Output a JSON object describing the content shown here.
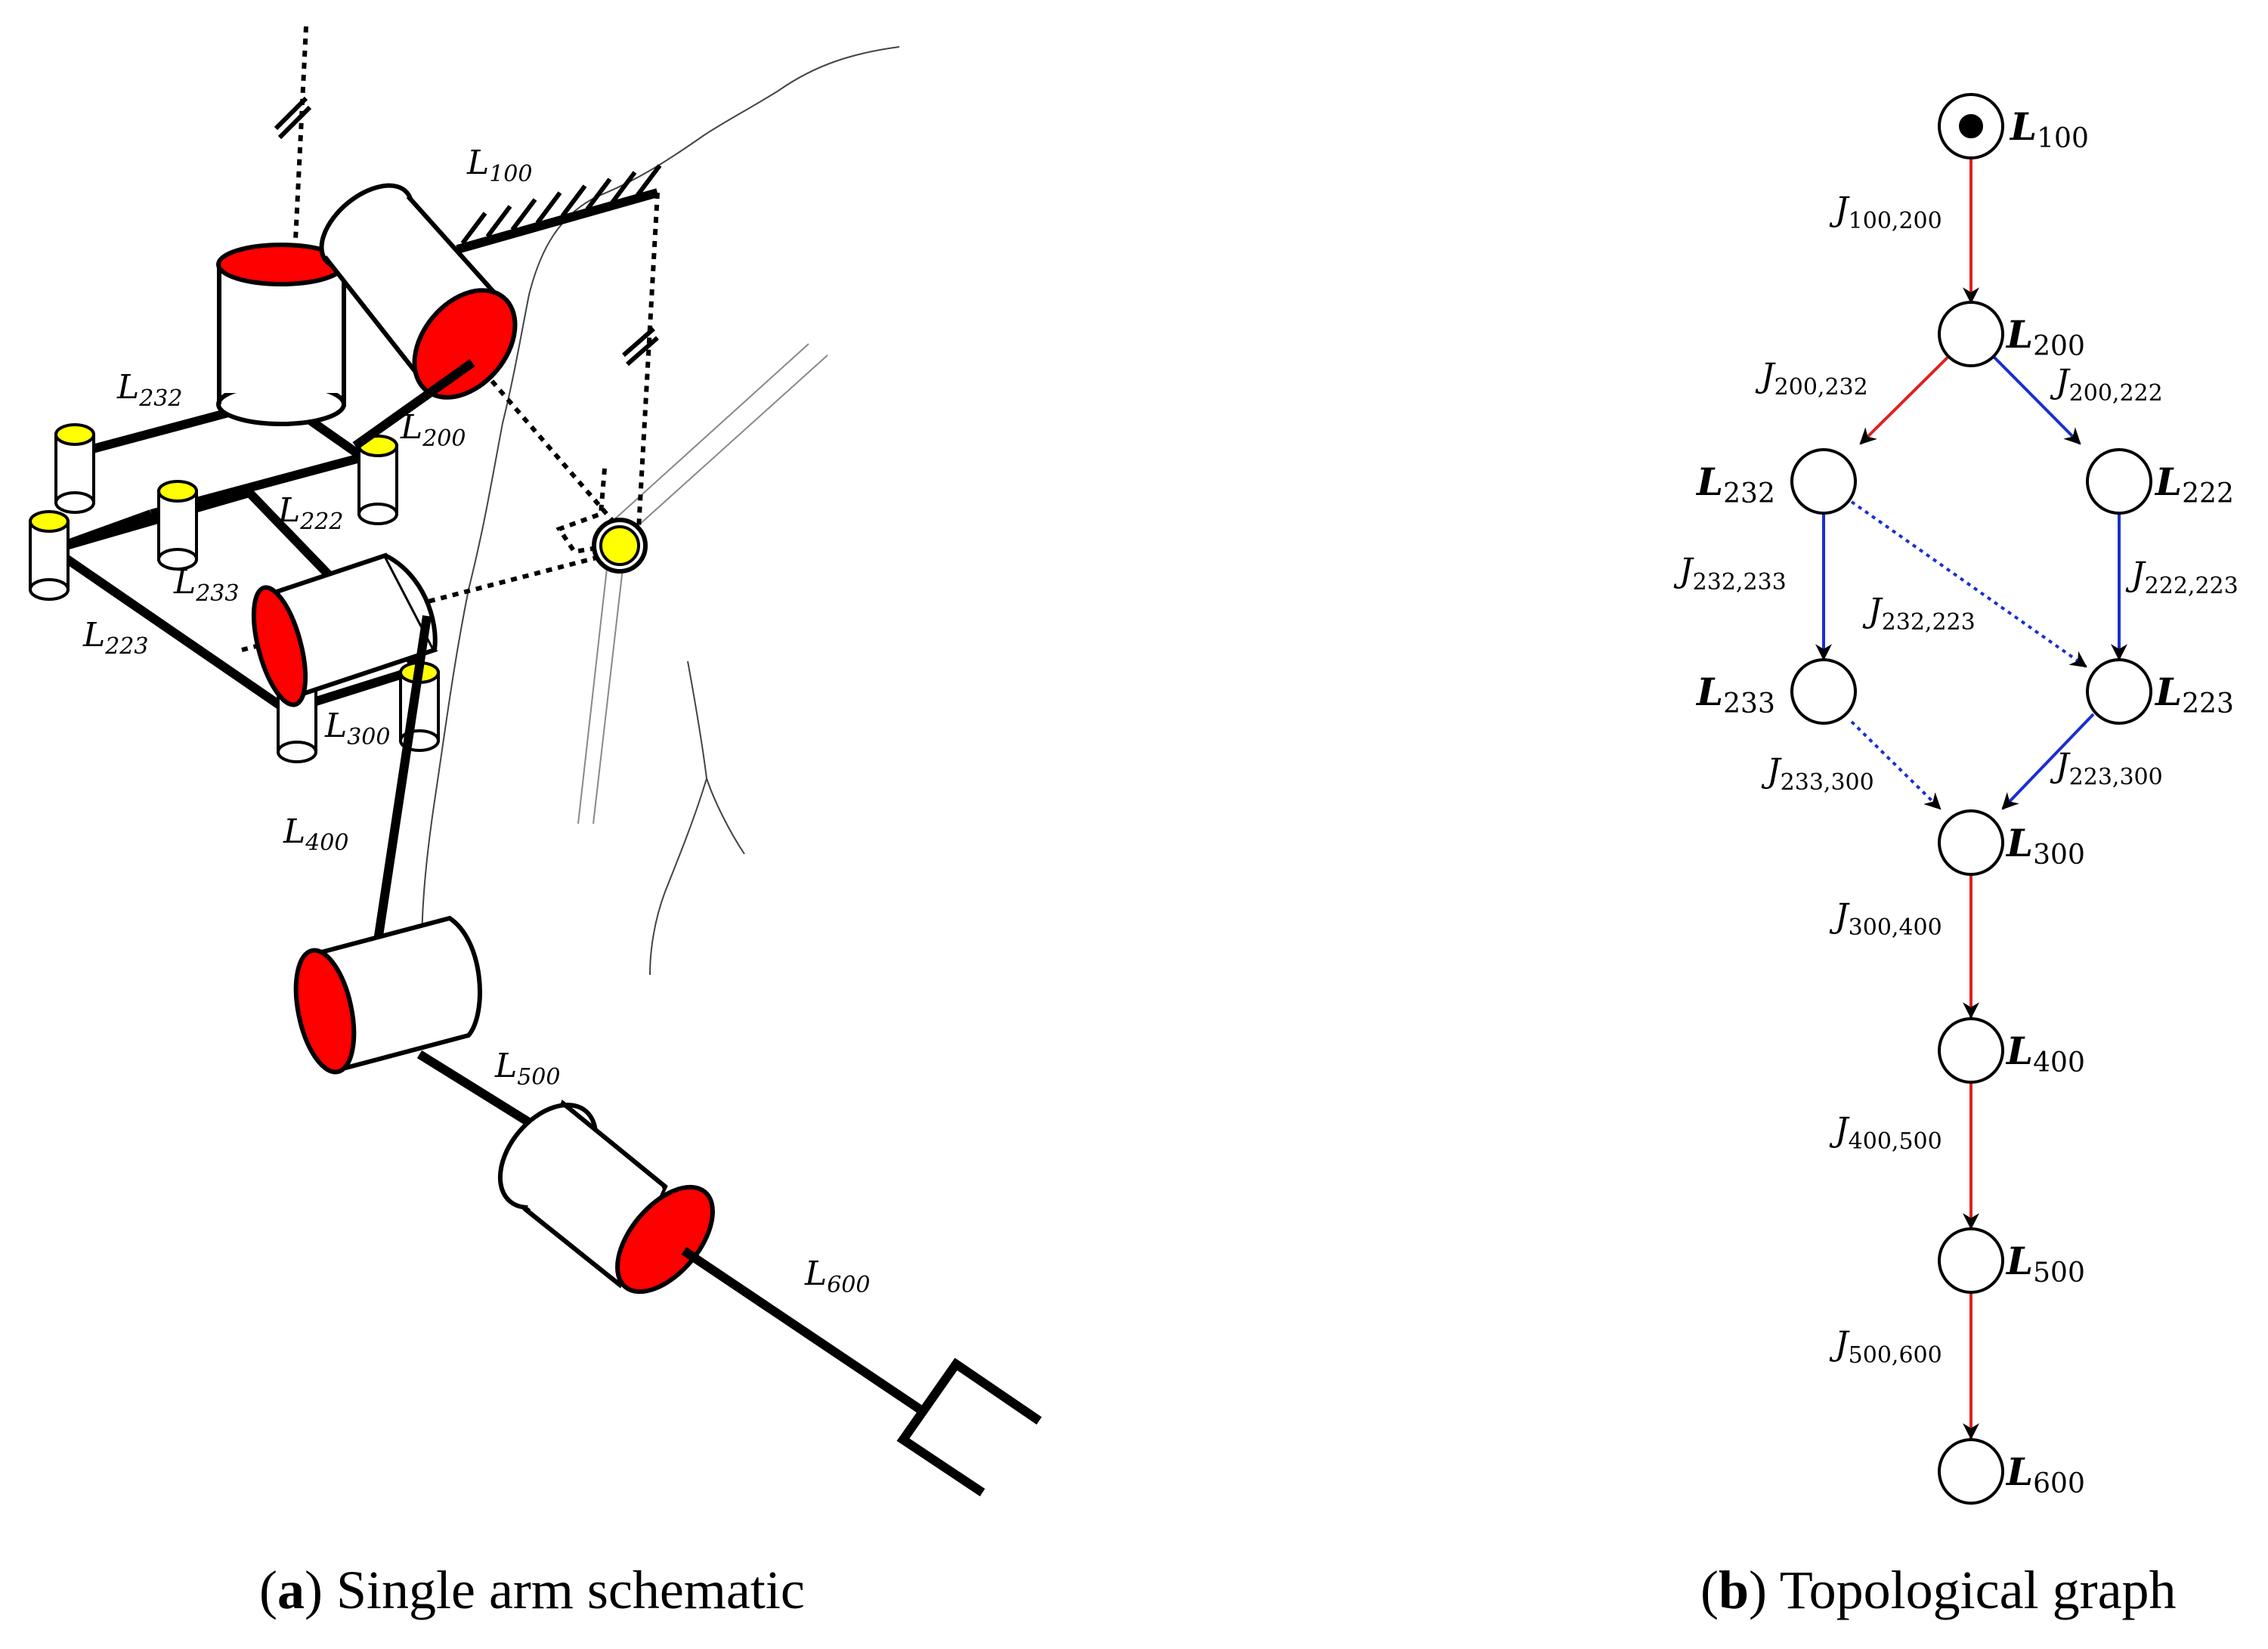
{
  "panel_a": {
    "caption_tag": "a",
    "caption_text": "Single arm schematic",
    "labels": {
      "L100": {
        "main": "L",
        "sub": "100"
      },
      "L200": {
        "main": "L",
        "sub": "200"
      },
      "L232": {
        "main": "L",
        "sub": "232"
      },
      "L222": {
        "main": "L",
        "sub": "222"
      },
      "L233": {
        "main": "L",
        "sub": "233"
      },
      "L223": {
        "main": "L",
        "sub": "223"
      },
      "L300": {
        "main": "L",
        "sub": "300"
      },
      "L400": {
        "main": "L",
        "sub": "400"
      },
      "L500": {
        "main": "L",
        "sub": "500"
      },
      "L600": {
        "main": "L",
        "sub": "600"
      }
    },
    "colors": {
      "joint_face": "#ff0000",
      "passive_joint": "#ffff00",
      "link": "#000000"
    }
  },
  "panel_b": {
    "caption_tag": "b",
    "caption_text": "Topological graph",
    "nodes": {
      "L100": {
        "main": "L",
        "sub": "100",
        "root": true
      },
      "L200": {
        "main": "L",
        "sub": "200"
      },
      "L232": {
        "main": "L",
        "sub": "232"
      },
      "L222": {
        "main": "L",
        "sub": "222"
      },
      "L233": {
        "main": "L",
        "sub": "233"
      },
      "L223": {
        "main": "L",
        "sub": "223"
      },
      "L300": {
        "main": "L",
        "sub": "300"
      },
      "L400": {
        "main": "L",
        "sub": "400"
      },
      "L500": {
        "main": "L",
        "sub": "500"
      },
      "L600": {
        "main": "L",
        "sub": "600"
      }
    },
    "edges": {
      "J100_200": {
        "main": "J",
        "sub": "100,200",
        "color": "#e02020",
        "style": "solid"
      },
      "J200_232": {
        "main": "J",
        "sub": "200,232",
        "color": "#e02020",
        "style": "solid"
      },
      "J200_222": {
        "main": "J",
        "sub": "200,222",
        "color": "#1a2fd0",
        "style": "solid"
      },
      "J232_233": {
        "main": "J",
        "sub": "232,233",
        "color": "#1a2fd0",
        "style": "solid"
      },
      "J222_223": {
        "main": "J",
        "sub": "222,223",
        "color": "#1a2fd0",
        "style": "solid"
      },
      "J232_223": {
        "main": "J",
        "sub": "232,223",
        "color": "#1a2fd0",
        "style": "dotted"
      },
      "J233_300": {
        "main": "J",
        "sub": "233,300",
        "color": "#1a2fd0",
        "style": "dotted"
      },
      "J223_300": {
        "main": "J",
        "sub": "223,300",
        "color": "#1a2fd0",
        "style": "solid"
      },
      "J300_400": {
        "main": "J",
        "sub": "300,400",
        "color": "#e02020",
        "style": "solid"
      },
      "J400_500": {
        "main": "J",
        "sub": "400,500",
        "color": "#e02020",
        "style": "solid"
      },
      "J500_600": {
        "main": "J",
        "sub": "500,600",
        "color": "#e02020",
        "style": "solid"
      }
    }
  }
}
